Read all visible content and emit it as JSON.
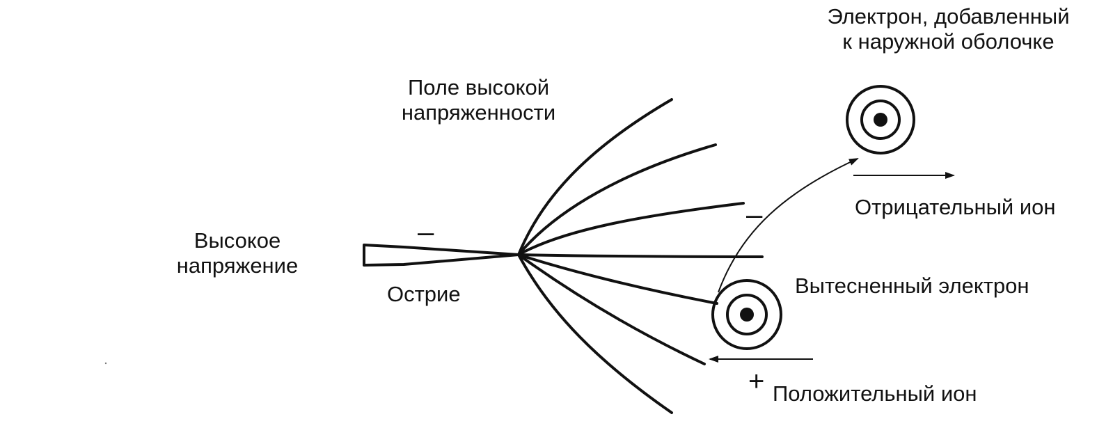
{
  "labels": {
    "high_voltage": [
      "Высокое",
      "напряжение"
    ],
    "tip": "Острие",
    "field": [
      "Поле высокой",
      "напряженности"
    ],
    "electron_added": [
      "Электрон, добавленный",
      "к наружной оболочке"
    ],
    "negative_ion": "Отрицательный ион",
    "displaced_electron": "Вытесненный электрон",
    "positive_ion": "Положительный ион"
  },
  "signs": {
    "minus": "–",
    "plus": "+"
  },
  "colors": {
    "ink": "#111111",
    "background": "#ffffff"
  }
}
